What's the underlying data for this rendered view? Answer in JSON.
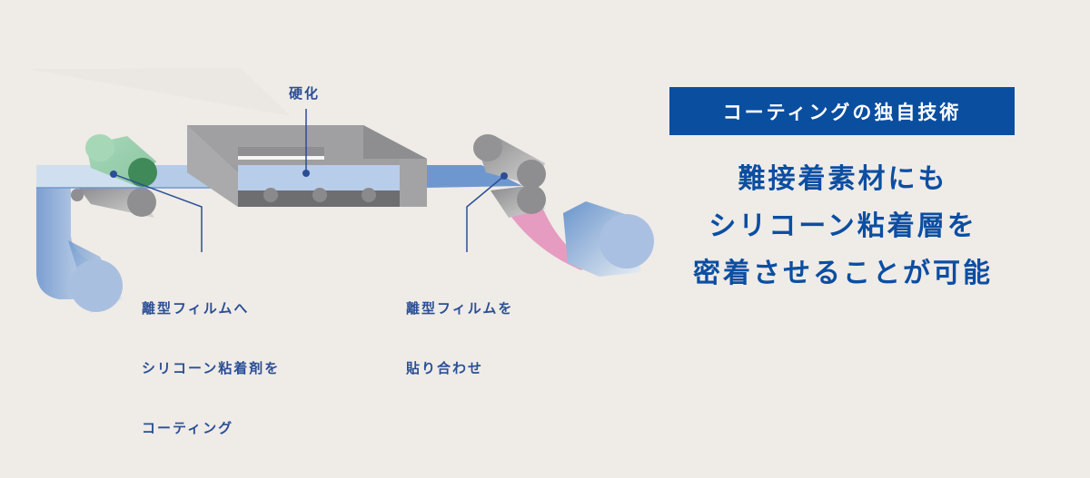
{
  "diagram": {
    "labels": {
      "curing": "硬化",
      "coating_line1": "離型フィルムへ",
      "coating_line2": "シリコーン粘着剤を",
      "coating_line3": "コーティング",
      "laminate_line1": "離型フィルムを",
      "laminate_line2": "貼り合わせ"
    },
    "colors": {
      "label": "#2a4f96",
      "film_light": "#c2d4ea",
      "film_blue": "#6f97cf",
      "coater_roll": "#3f8a58",
      "coater_roll_body": "#9fd2b2",
      "machine_gray": "#9a9a9c",
      "pink_film": "#e59cc0",
      "roll_face": "#a9bfe0"
    }
  },
  "panel": {
    "badge": "コーティングの独自技術",
    "headline": [
      "難接着素材にも",
      "シリコーン粘着層を",
      "密着させることが可能"
    ],
    "colors": {
      "badge_bg": "#0a4ea0",
      "headline": "#0b4ea2"
    }
  }
}
